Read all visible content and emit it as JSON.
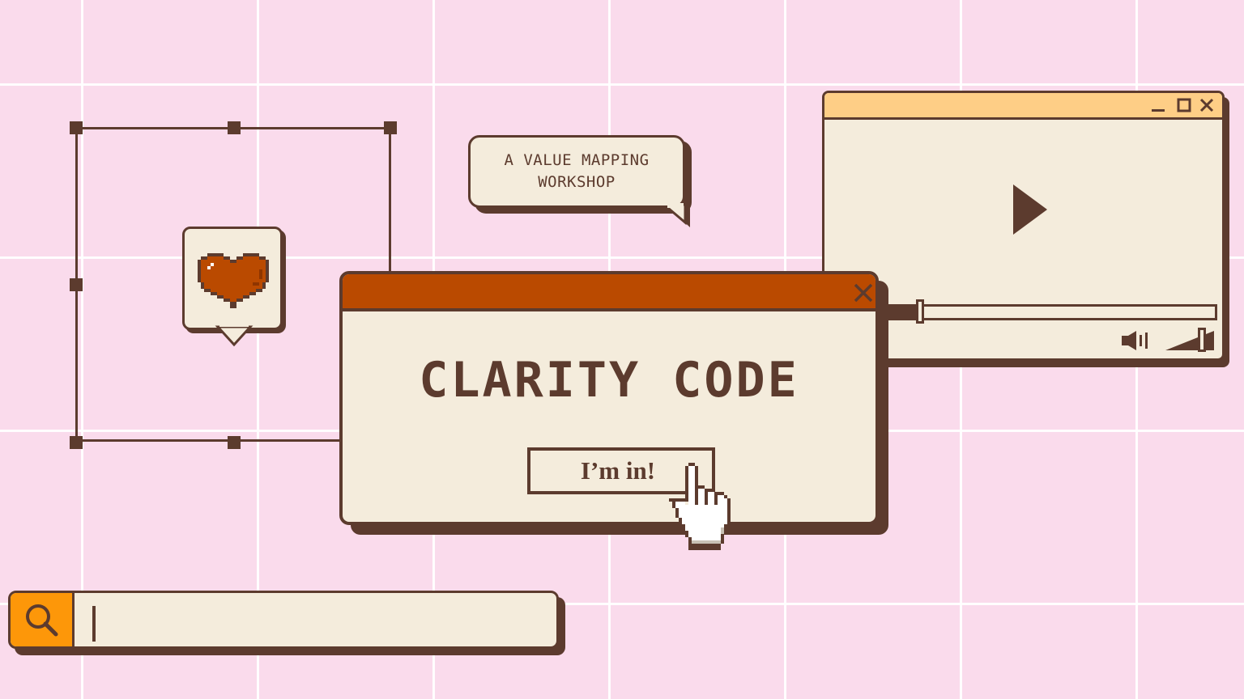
{
  "colors": {
    "background": "#fadbec",
    "grid": "#ffffff",
    "cream": "#f4ecdc",
    "brown": "#5c3b2e",
    "rust": "#ba4a00",
    "yellow": "#fece86",
    "orange": "#fd9709"
  },
  "speech_bubble": {
    "line1": "A VALUE MAPPING",
    "line2": "WORKSHOP"
  },
  "dialog": {
    "title": "CLARITY CODE",
    "close_icon": "close-icon",
    "button_label": "I’m in!"
  },
  "video_player": {
    "controls": [
      "minimize-icon",
      "maximize-icon",
      "close-icon"
    ],
    "play_icon": "play-icon",
    "progress": 0.1,
    "volume_icon": "volume-icon",
    "volume_level": 0.65
  },
  "search": {
    "icon": "search-icon",
    "value": "",
    "placeholder": ""
  },
  "heart_bubble": {
    "icon": "pixel-heart-icon"
  }
}
